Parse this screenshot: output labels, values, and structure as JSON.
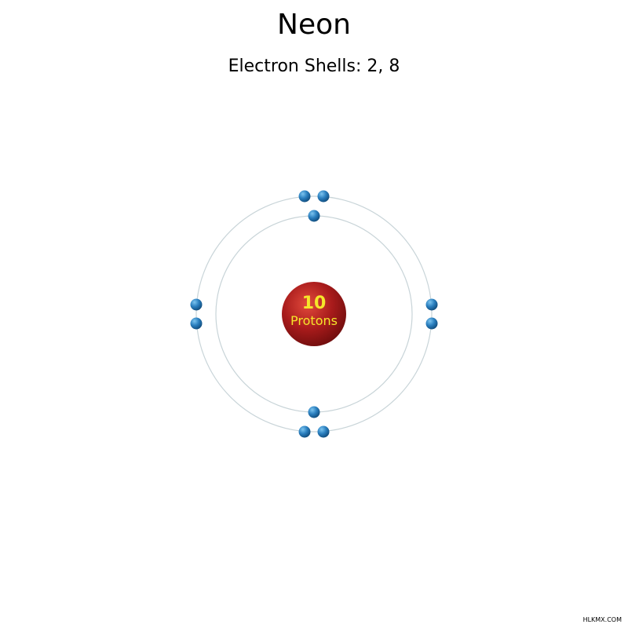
{
  "header": {
    "title": "Neon",
    "subtitle": "Electron Shells: 2, 8"
  },
  "nucleus": {
    "count": "10",
    "label": "Protons",
    "color": "#a01818",
    "text_color": "#f5e62a"
  },
  "shells": [
    {
      "electrons": 2
    },
    {
      "electrons": 8
    }
  ],
  "colors": {
    "orbit": "#c8d4d8",
    "electron": "#1e6fae"
  },
  "footer": {
    "credit": "HLKMX.COM"
  }
}
